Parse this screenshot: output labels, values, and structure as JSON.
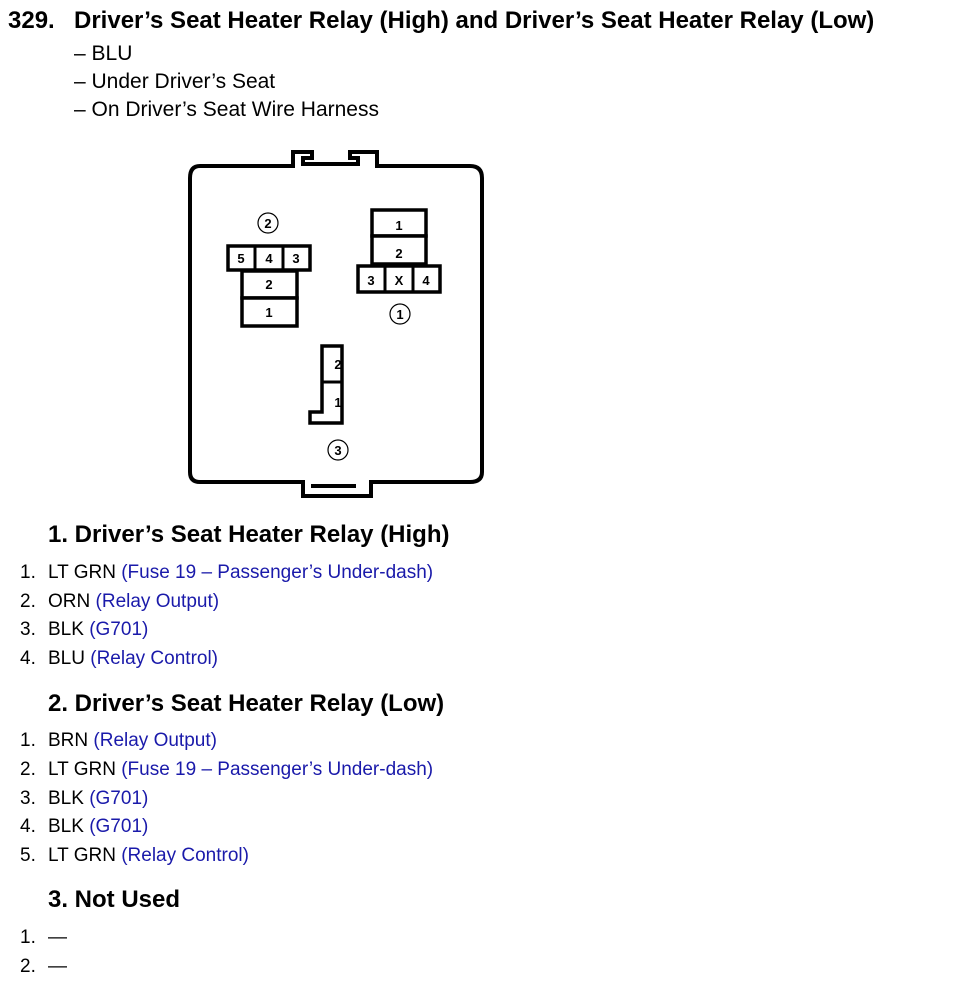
{
  "header": {
    "number": "329.",
    "title": "Driver’s Seat Heater Relay (High) and Driver’s Seat Heater Relay (Low)",
    "details": [
      "– BLU",
      "– Under Driver’s Seat",
      "– On Driver’s Seat Wire Harness"
    ]
  },
  "diagram": {
    "connector1": {
      "callout": "1",
      "pins": [
        "1",
        "2",
        "3",
        "X",
        "4"
      ]
    },
    "connector2": {
      "callout": "2",
      "pins": [
        "5",
        "4",
        "3",
        "2",
        "1"
      ]
    },
    "connector3": {
      "callout": "3",
      "pins": [
        "2",
        "1"
      ]
    }
  },
  "sections": [
    {
      "title": "1. Driver’s Seat Heater Relay (High)",
      "pins": [
        {
          "num": "1.",
          "color": "LT GRN",
          "desc": "(Fuse 19 – Passenger’s Under-dash)"
        },
        {
          "num": "2.",
          "color": "ORN",
          "desc": "(Relay Output)"
        },
        {
          "num": "3.",
          "color": "BLK",
          "desc": "(G701)"
        },
        {
          "num": "4.",
          "color": "BLU",
          "desc": "(Relay Control)"
        }
      ]
    },
    {
      "title": "2. Driver’s Seat Heater Relay (Low)",
      "pins": [
        {
          "num": "1.",
          "color": "BRN",
          "desc": "(Relay Output)"
        },
        {
          "num": "2.",
          "color": "LT GRN",
          "desc": "(Fuse 19 – Passenger’s Under-dash)"
        },
        {
          "num": "3.",
          "color": "BLK",
          "desc": "(G701)"
        },
        {
          "num": "4.",
          "color": "BLK",
          "desc": "(G701)"
        },
        {
          "num": "5.",
          "color": "LT GRN",
          "desc": "(Relay Control)"
        }
      ]
    },
    {
      "title": "3. Not Used",
      "pins": [
        {
          "num": "1.",
          "color": "—",
          "desc": ""
        },
        {
          "num": "2.",
          "color": "—",
          "desc": ""
        }
      ]
    }
  ]
}
